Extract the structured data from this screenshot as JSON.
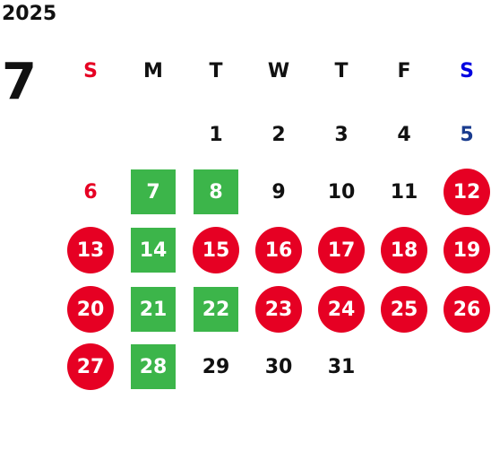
{
  "year": "2025",
  "month": "7",
  "weekdays": [
    {
      "label": "S",
      "color": "#e60023"
    },
    {
      "label": "M",
      "color": "#111111"
    },
    {
      "label": "T",
      "color": "#111111"
    },
    {
      "label": "W",
      "color": "#111111"
    },
    {
      "label": "T",
      "color": "#111111"
    },
    {
      "label": "F",
      "color": "#111111"
    },
    {
      "label": "S",
      "color": "#0000e0"
    }
  ],
  "colors": {
    "holiday_circle": "#e60023",
    "green_square": "#3cb54a",
    "sunday_text": "#e60023",
    "saturday_text": "#1a3c8f",
    "default_text": "#111111"
  },
  "days": [
    {
      "label": "1",
      "row": 0,
      "col": 2,
      "style": "plain"
    },
    {
      "label": "2",
      "row": 0,
      "col": 3,
      "style": "plain"
    },
    {
      "label": "3",
      "row": 0,
      "col": 4,
      "style": "plain"
    },
    {
      "label": "4",
      "row": 0,
      "col": 5,
      "style": "plain"
    },
    {
      "label": "5",
      "row": 0,
      "col": 6,
      "style": "sat"
    },
    {
      "label": "6",
      "row": 1,
      "col": 0,
      "style": "sun"
    },
    {
      "label": "7",
      "row": 1,
      "col": 1,
      "style": "square"
    },
    {
      "label": "8",
      "row": 1,
      "col": 2,
      "style": "square"
    },
    {
      "label": "9",
      "row": 1,
      "col": 3,
      "style": "plain"
    },
    {
      "label": "10",
      "row": 1,
      "col": 4,
      "style": "plain"
    },
    {
      "label": "11",
      "row": 1,
      "col": 5,
      "style": "plain"
    },
    {
      "label": "12",
      "row": 1,
      "col": 6,
      "style": "circle"
    },
    {
      "label": "13",
      "row": 2,
      "col": 0,
      "style": "circle"
    },
    {
      "label": "14",
      "row": 2,
      "col": 1,
      "style": "square"
    },
    {
      "label": "15",
      "row": 2,
      "col": 2,
      "style": "circle"
    },
    {
      "label": "16",
      "row": 2,
      "col": 3,
      "style": "circle"
    },
    {
      "label": "17",
      "row": 2,
      "col": 4,
      "style": "circle"
    },
    {
      "label": "18",
      "row": 2,
      "col": 5,
      "style": "circle"
    },
    {
      "label": "19",
      "row": 2,
      "col": 6,
      "style": "circle"
    },
    {
      "label": "20",
      "row": 3,
      "col": 0,
      "style": "circle"
    },
    {
      "label": "21",
      "row": 3,
      "col": 1,
      "style": "square"
    },
    {
      "label": "22",
      "row": 3,
      "col": 2,
      "style": "square"
    },
    {
      "label": "23",
      "row": 3,
      "col": 3,
      "style": "circle"
    },
    {
      "label": "24",
      "row": 3,
      "col": 4,
      "style": "circle"
    },
    {
      "label": "25",
      "row": 3,
      "col": 5,
      "style": "circle"
    },
    {
      "label": "26",
      "row": 3,
      "col": 6,
      "style": "circle"
    },
    {
      "label": "27",
      "row": 4,
      "col": 0,
      "style": "circle"
    },
    {
      "label": "28",
      "row": 4,
      "col": 1,
      "style": "square"
    },
    {
      "label": "29",
      "row": 4,
      "col": 2,
      "style": "plain"
    },
    {
      "label": "30",
      "row": 4,
      "col": 3,
      "style": "plain"
    },
    {
      "label": "31",
      "row": 4,
      "col": 4,
      "style": "plain"
    }
  ]
}
